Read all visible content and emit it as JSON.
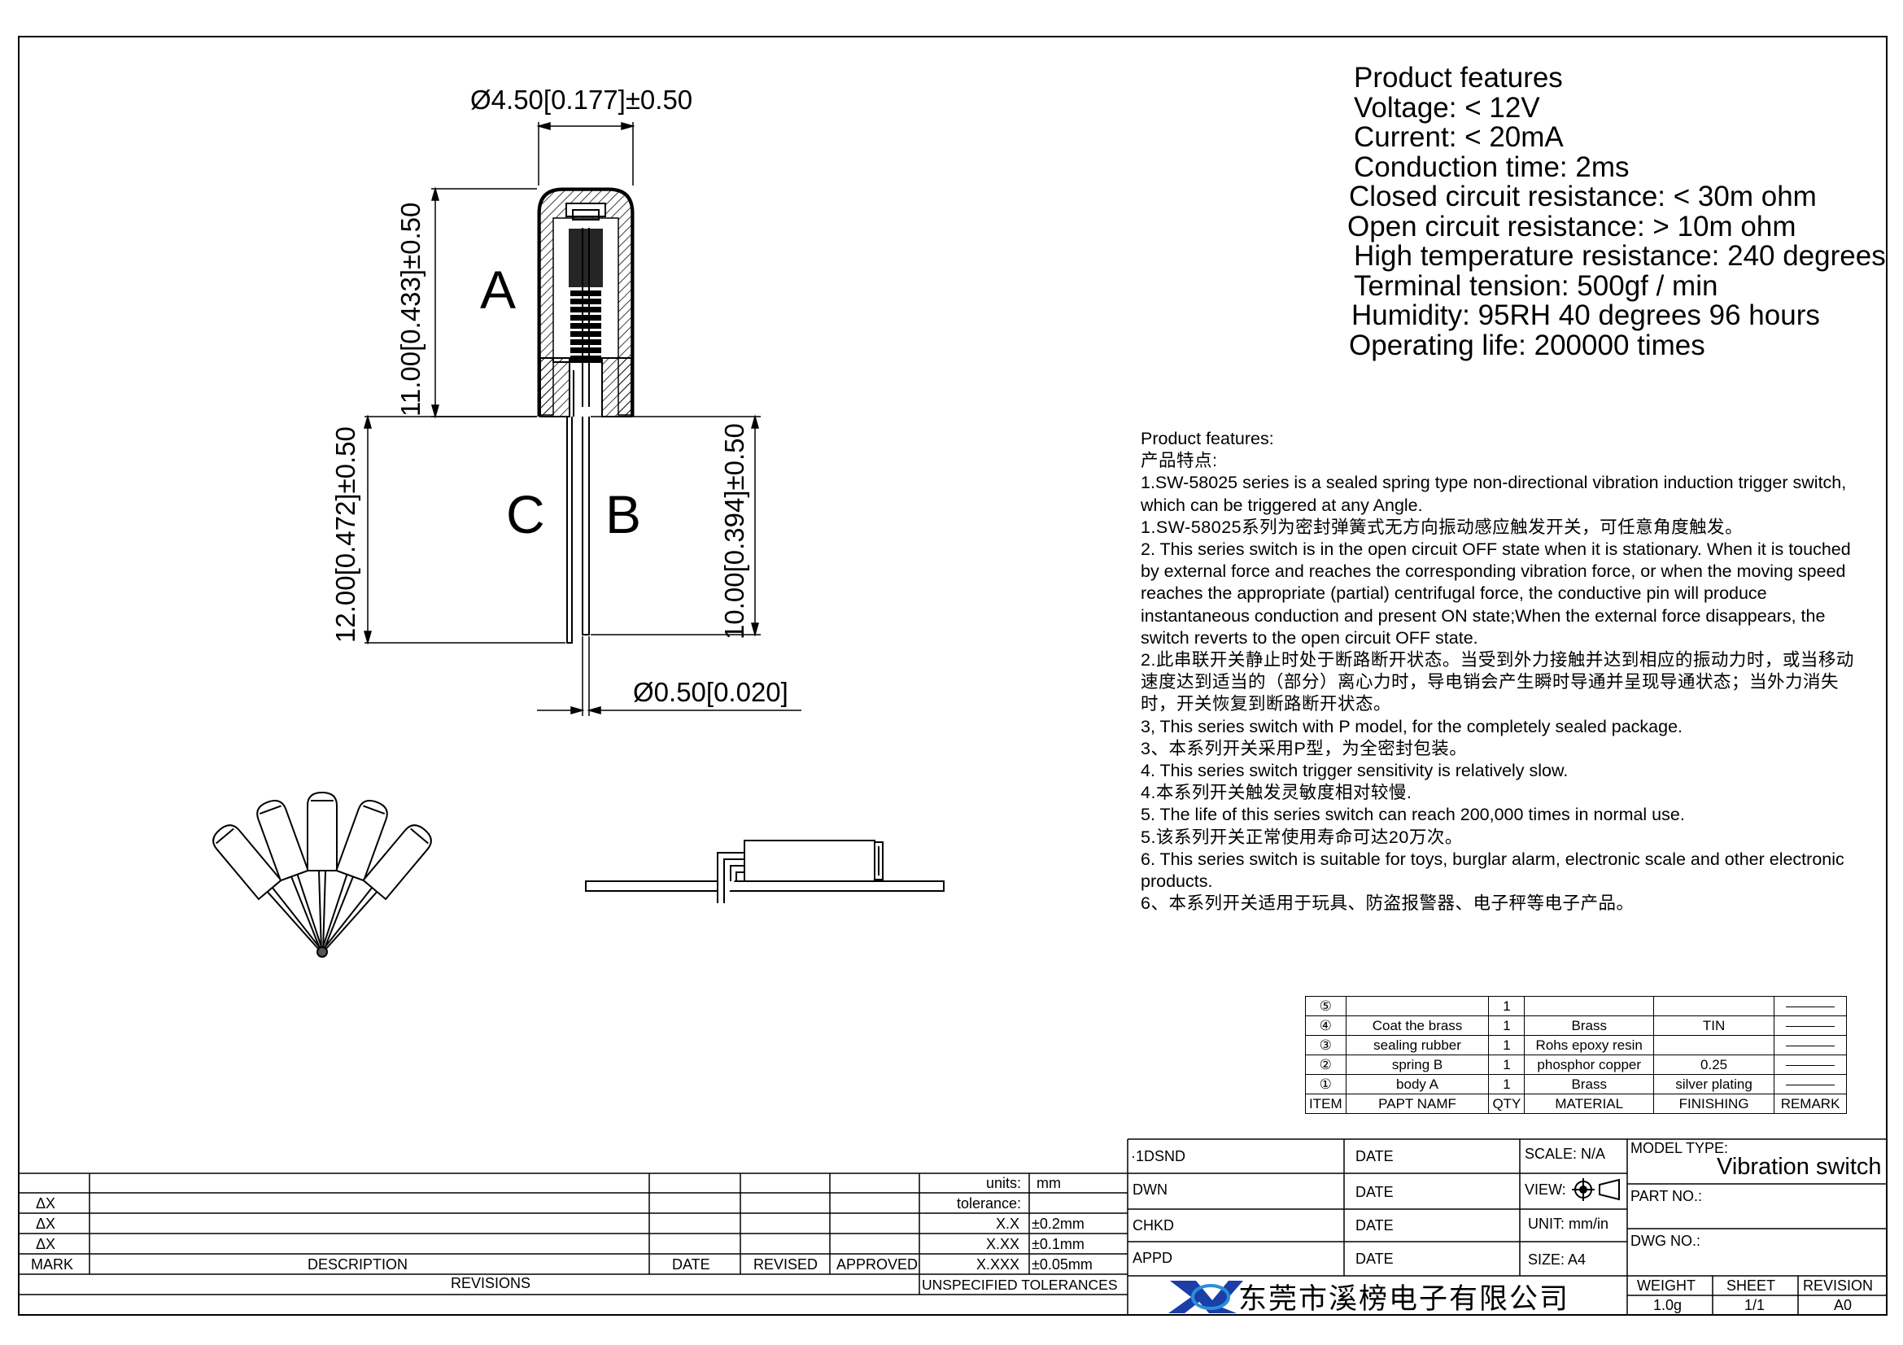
{
  "dimensions": {
    "diameter_body": "Ø4.50[0.177]±0.50",
    "length_a": "11.00[0.433]±0.50",
    "length_c": "12.00[0.472]±0.50",
    "length_b": "10.00[0.394]±0.50",
    "diameter_pin": "Ø0.50[0.020]",
    "label_a": "A",
    "label_b": "B",
    "label_c": "C"
  },
  "features_big": {
    "title": "Product features",
    "items": [
      "Voltage: < 12V",
      "Current: < 20mA",
      "Conduction time: 2ms",
      "Closed circuit resistance: < 30m ohm",
      "Open circuit resistance: > 10m ohm",
      "High temperature resistance: 240 degrees",
      "Terminal tension: 500gf / min",
      "Humidity: 95RH 40 degrees 96 hours",
      "Operating life: 200000 times"
    ]
  },
  "description": {
    "title_en": "Product features:",
    "title_cn": "产品特点:",
    "lines": [
      "1.SW-58025 series is a sealed spring type non-directional vibration induction trigger switch, which can be triggered at any Angle.",
      "1.SW-58025系列为密封弹簧式无方向振动感应触发开关，可任意角度触发。",
      "2. This series switch is in the open circuit OFF state when it is stationary. When it is touched by external force and reaches the corresponding vibration force, or when the moving speed reaches the appropriate (partial) centrifugal force, the conductive pin will produce instantaneous conduction and present ON state;When the external force disappears, the switch reverts to the open circuit OFF state.",
      "2.此串联开关静止时处于断路断开状态。当受到外力接触并达到相应的振动力时，或当移动速度达到适当的（部分）离心力时，导电销会产生瞬时导通并呈现导通状态；当外力消失时，开关恢复到断路断开状态。",
      "3, This series switch with P model, for the completely sealed package.",
      "3、本系列开关采用P型，为全密封包装。",
      "4. This series switch trigger sensitivity is relatively slow.",
      "4.本系列开关触发灵敏度相对较慢.",
      "5. The life of this series switch can reach 200,000 times in normal use.",
      "5.该系列开关正常使用寿命可达20万次。",
      "6. This series switch is suitable for toys, burglar alarm, electronic scale and other electronic products.",
      "6、本系列开关适用于玩具、防盗报警器、电子秤等电子产品。"
    ]
  },
  "bom": {
    "rows": [
      {
        "item": "⑤",
        "name": "",
        "qty": "1",
        "material": "",
        "finishing": ""
      },
      {
        "item": "④",
        "name": "Coat the brass",
        "qty": "1",
        "material": "Brass",
        "finishing": "TIN"
      },
      {
        "item": "③",
        "name": "sealing rubber",
        "qty": "1",
        "material": "Rohs epoxy resin",
        "finishing": ""
      },
      {
        "item": "②",
        "name": "spring  B",
        "qty": "1",
        "material": "phosphor copper",
        "finishing": "0.25"
      },
      {
        "item": "①",
        "name": "body   A",
        "qty": "1",
        "material": "Brass",
        "finishing": "silver plating"
      }
    ],
    "header": {
      "item": "ITEM",
      "name": "PAPT NAMF",
      "qty": "QTY",
      "material": "MATERIAL",
      "finishing": "FINISHING",
      "remark": "REMARK"
    }
  },
  "revisions": {
    "rows": [
      "ΔX",
      "ΔX",
      "ΔX"
    ],
    "header": {
      "mark": "MARK",
      "description": "DESCRIPTION",
      "date": "DATE",
      "revised": "REVISED",
      "approved": "APPROVED"
    },
    "footer": "REVISIONS"
  },
  "tolerances": {
    "units_label": "units:",
    "units_value": "mm",
    "tolerance_label": "tolerance:",
    "rows": [
      {
        "label": "X.X",
        "value": "±0.2mm"
      },
      {
        "label": "X.XX",
        "value": "±0.1mm"
      },
      {
        "label": "X.XXX",
        "value": "±0.05mm"
      }
    ],
    "footer": "UNSPECIFIED TOLERANCES"
  },
  "title_block": {
    "dsnd": "·1DSND",
    "dwn": "DWN",
    "chkd": "CHKD",
    "appd": "APPD",
    "date": "DATE",
    "scale": "SCALE: N/A",
    "view": "VIEW:",
    "unit": "UNIT: mm/in",
    "size": "SIZE: A4",
    "model_type_label": "MODEL TYPE:",
    "model_type": "Vibration switch",
    "part_no_label": "PART NO.:",
    "dwg_no_label": "DWG NO.:",
    "weight_label": "WEIGHT",
    "weight": "1.0g",
    "sheet_label": "SHEET",
    "sheet": "1/1",
    "revision_label": "REVISION",
    "revision": "A0",
    "company": "东莞市溪榜电子有限公司",
    "logo_icon": "xb-logo-icon"
  }
}
